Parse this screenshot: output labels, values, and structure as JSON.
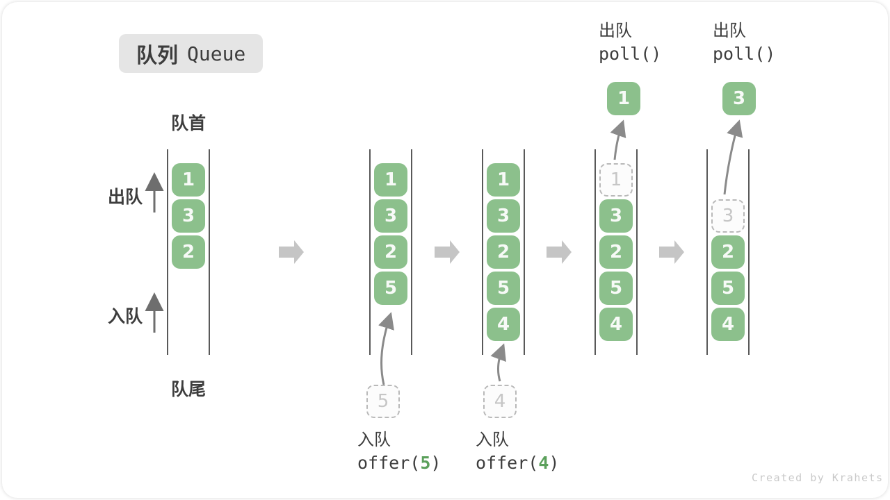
{
  "title": {
    "zh": "队列",
    "en": "Queue"
  },
  "side_labels": {
    "front": "队首",
    "rear": "队尾",
    "dequeue": "出队",
    "enqueue": "入队"
  },
  "watermark": "Created by Krahets",
  "colors": {
    "item_green": "#8cc08c",
    "item_text": "#f7faf7",
    "dashed_border": "#b9b9b9",
    "dashed_text": "#c6c6c6",
    "channel_line": "#595959",
    "block_arrow": "#c5c5c5",
    "curve_arrow": "#8a8a8a",
    "side_arrow": "#6e6e6e",
    "text_dark": "#3d3d3d",
    "code_arg_green": "#5ba05b",
    "title_bg": "#e5e5e5",
    "watermark_gray": "#c9c9c9"
  },
  "stages": [
    {
      "name": "state-initial",
      "slots": [
        {
          "value": "1",
          "type": "solid"
        },
        {
          "value": "3",
          "type": "solid"
        },
        {
          "value": "2",
          "type": "solid"
        },
        null,
        null
      ]
    },
    {
      "name": "state-after-offer-5",
      "slots": [
        {
          "value": "1",
          "type": "solid"
        },
        {
          "value": "3",
          "type": "solid"
        },
        {
          "value": "2",
          "type": "solid"
        },
        {
          "value": "5",
          "type": "solid"
        },
        null
      ],
      "incoming": {
        "value": "5"
      },
      "op": {
        "zh": "入队",
        "fn": "offer(",
        "arg": "5",
        "close": ")"
      }
    },
    {
      "name": "state-after-offer-4",
      "slots": [
        {
          "value": "1",
          "type": "solid"
        },
        {
          "value": "3",
          "type": "solid"
        },
        {
          "value": "2",
          "type": "solid"
        },
        {
          "value": "5",
          "type": "solid"
        },
        {
          "value": "4",
          "type": "solid"
        }
      ],
      "incoming": {
        "value": "4"
      },
      "op": {
        "zh": "入队",
        "fn": "offer(",
        "arg": "4",
        "close": ")"
      }
    },
    {
      "name": "state-after-poll-1",
      "slots": [
        {
          "value": "1",
          "type": "dashed"
        },
        {
          "value": "3",
          "type": "solid"
        },
        {
          "value": "2",
          "type": "solid"
        },
        {
          "value": "5",
          "type": "solid"
        },
        {
          "value": "4",
          "type": "solid"
        }
      ],
      "outgoing": {
        "value": "1"
      },
      "op": {
        "zh": "出队",
        "fn": "poll()",
        "arg": "",
        "close": ""
      }
    },
    {
      "name": "state-after-poll-3",
      "slots": [
        null,
        {
          "value": "3",
          "type": "dashed"
        },
        {
          "value": "2",
          "type": "solid"
        },
        {
          "value": "5",
          "type": "solid"
        },
        {
          "value": "4",
          "type": "solid"
        }
      ],
      "outgoing": {
        "value": "3"
      },
      "op": {
        "zh": "出队",
        "fn": "poll()",
        "arg": "",
        "close": ""
      }
    }
  ]
}
